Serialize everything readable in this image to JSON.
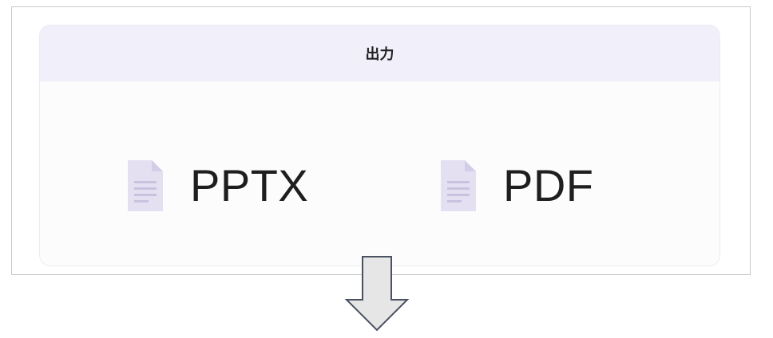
{
  "panel": {
    "title": "出力"
  },
  "options": [
    {
      "label": "PPTX",
      "icon": "document-icon"
    },
    {
      "label": "PDF",
      "icon": "document-icon"
    }
  ],
  "colors": {
    "header_bg": "#f1eff9",
    "icon_fill": "#e4e0f2",
    "arrow_fill": "#e6e6e6",
    "arrow_stroke": "#4a5160"
  }
}
